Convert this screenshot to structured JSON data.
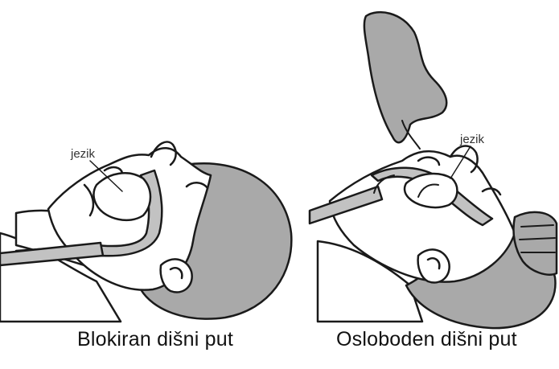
{
  "panels": [
    {
      "tongue_label": "jezik",
      "caption": "Blokiran dišni put"
    },
    {
      "tongue_label": "jezik",
      "caption": "Osloboden dišni put"
    }
  ],
  "colors": {
    "skin": "#ffffff",
    "shading": "#a9a9a9",
    "airway": "#c2c2c2",
    "outline": "#1a1a1a"
  }
}
